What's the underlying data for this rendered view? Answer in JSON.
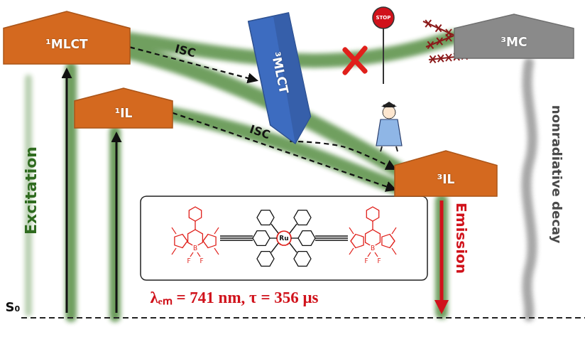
{
  "diagram": {
    "nodes": [
      {
        "text": [
          "¹MLCT"
        ]
      },
      {
        "text": [
          "³MLCT"
        ]
      },
      {
        "text": [
          "³MC"
        ]
      },
      {
        "text": [
          "¹IL"
        ]
      },
      {
        "text": [
          "³IL"
        ]
      }
    ],
    "edges": [
      {
        "from": 0,
        "to": 1,
        "label": "ISC",
        "arrow": "to"
      },
      {
        "from": 1,
        "to": 4,
        "arrow": "to"
      },
      {
        "from": 3,
        "to": 4,
        "label": "ISC",
        "arrow": "to"
      }
    ],
    "labels": [
      "Excitation",
      "Emission",
      "nonradiative decay",
      "STOP",
      "S₀",
      "λₑₘ = 741 nm, τ = 356 μs",
      "Ru",
      "B",
      "F",
      "F",
      "B",
      "F",
      "F"
    ]
  }
}
